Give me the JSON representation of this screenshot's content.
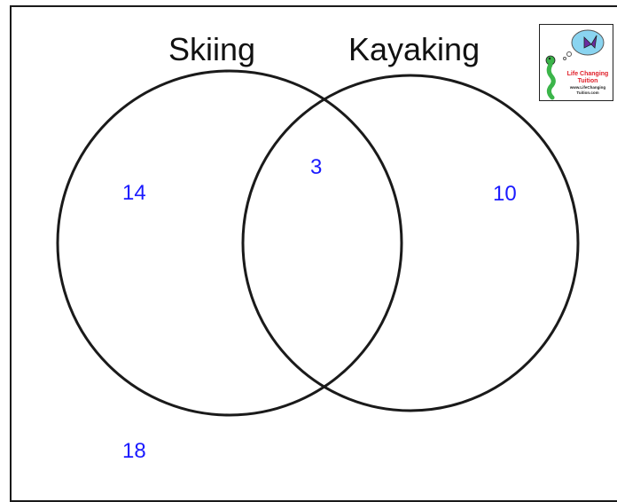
{
  "venn": {
    "sets": [
      {
        "label": "Skiing"
      },
      {
        "label": "Kayaking"
      }
    ],
    "regions": {
      "skiing_only": "14",
      "both": "3",
      "kayaking_only": "10",
      "neither": "18"
    }
  },
  "logo": {
    "line1": "Life Changing",
    "line2": "Tuition",
    "line3": "www.LifeChanging",
    "line4": "Tuition.com"
  },
  "colors": {
    "value_text": "#1a1aff",
    "outline": "#1a1a1a",
    "logo_red": "#e0202a",
    "logo_green": "#3bb54a",
    "logo_blue": "#8ad4f0"
  }
}
